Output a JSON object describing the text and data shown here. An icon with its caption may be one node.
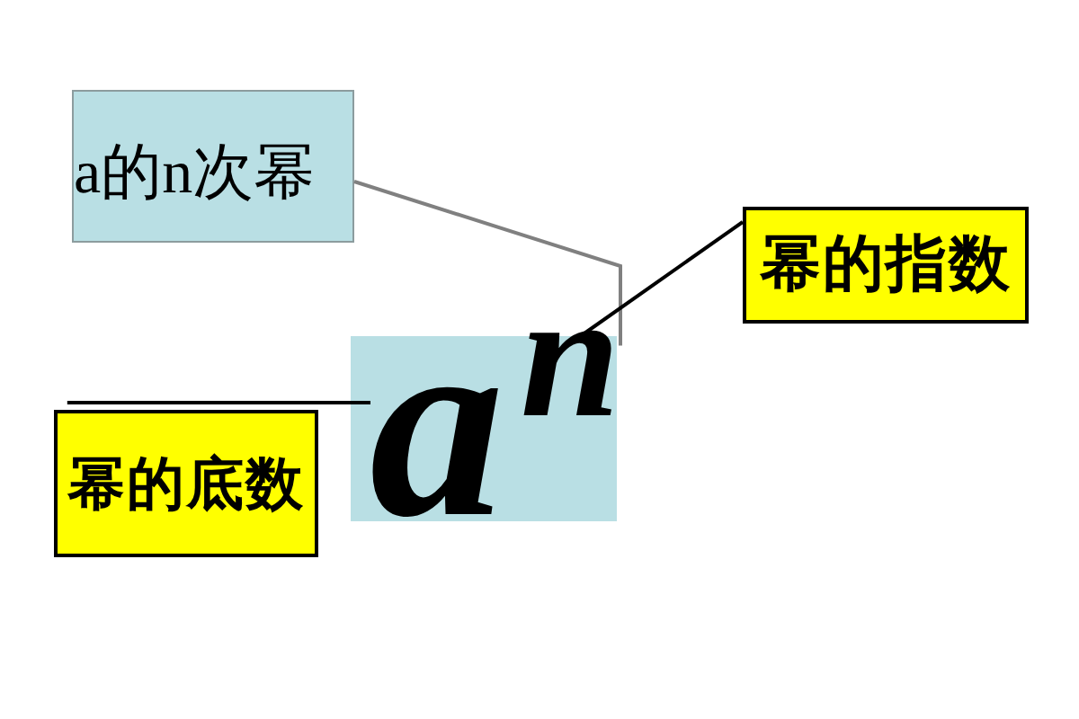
{
  "diagram": {
    "nodes": [
      {
        "text": [
          "a的n次幂"
        ]
      },
      {
        "text": [
          "幂的指数"
        ]
      },
      {
        "text": [],
        "shape": "box"
      },
      {
        "text": [
          "a"
        ],
        "in": 2
      },
      {
        "text": [
          "n"
        ],
        "in": 2
      },
      {
        "text": [
          "幂的底数"
        ]
      }
    ],
    "edges": [
      {
        "from": 0,
        "to": 2,
        "arrow": "none",
        "color": "#808080"
      },
      {
        "from": 1,
        "to": 4,
        "arrow": "none"
      },
      {
        "from": 5,
        "to": 3,
        "arrow": "none"
      }
    ]
  }
}
